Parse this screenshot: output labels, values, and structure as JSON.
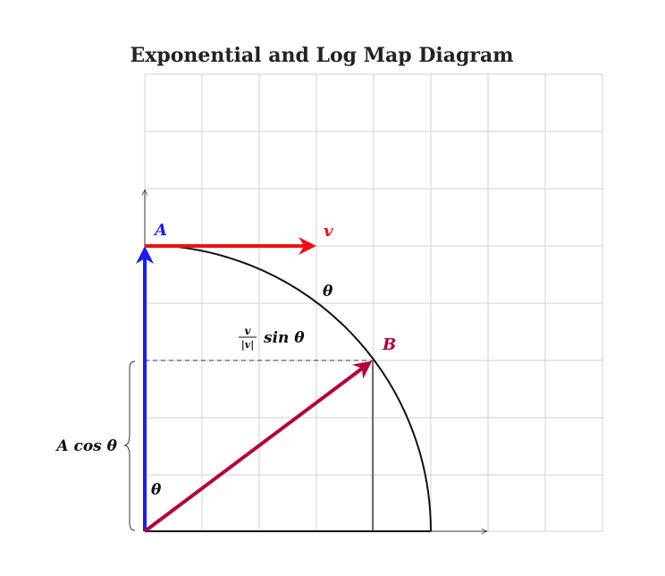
{
  "title": "Exponential and Log Map Diagram",
  "labels": {
    "point_a": "A",
    "vector_v": "v",
    "angle_arc": "θ",
    "point_b": "B",
    "angle_origin": "θ",
    "a_cos_theta": "A cos θ",
    "frac_num": "v",
    "frac_den": "|v|",
    "sin_theta": "sin θ"
  },
  "colors": {
    "point_a": "#1a1aff",
    "vector_v": "#ee1111",
    "point_b": "#b5003c",
    "grid": "#d0d0d0",
    "ink": "#111111"
  }
}
